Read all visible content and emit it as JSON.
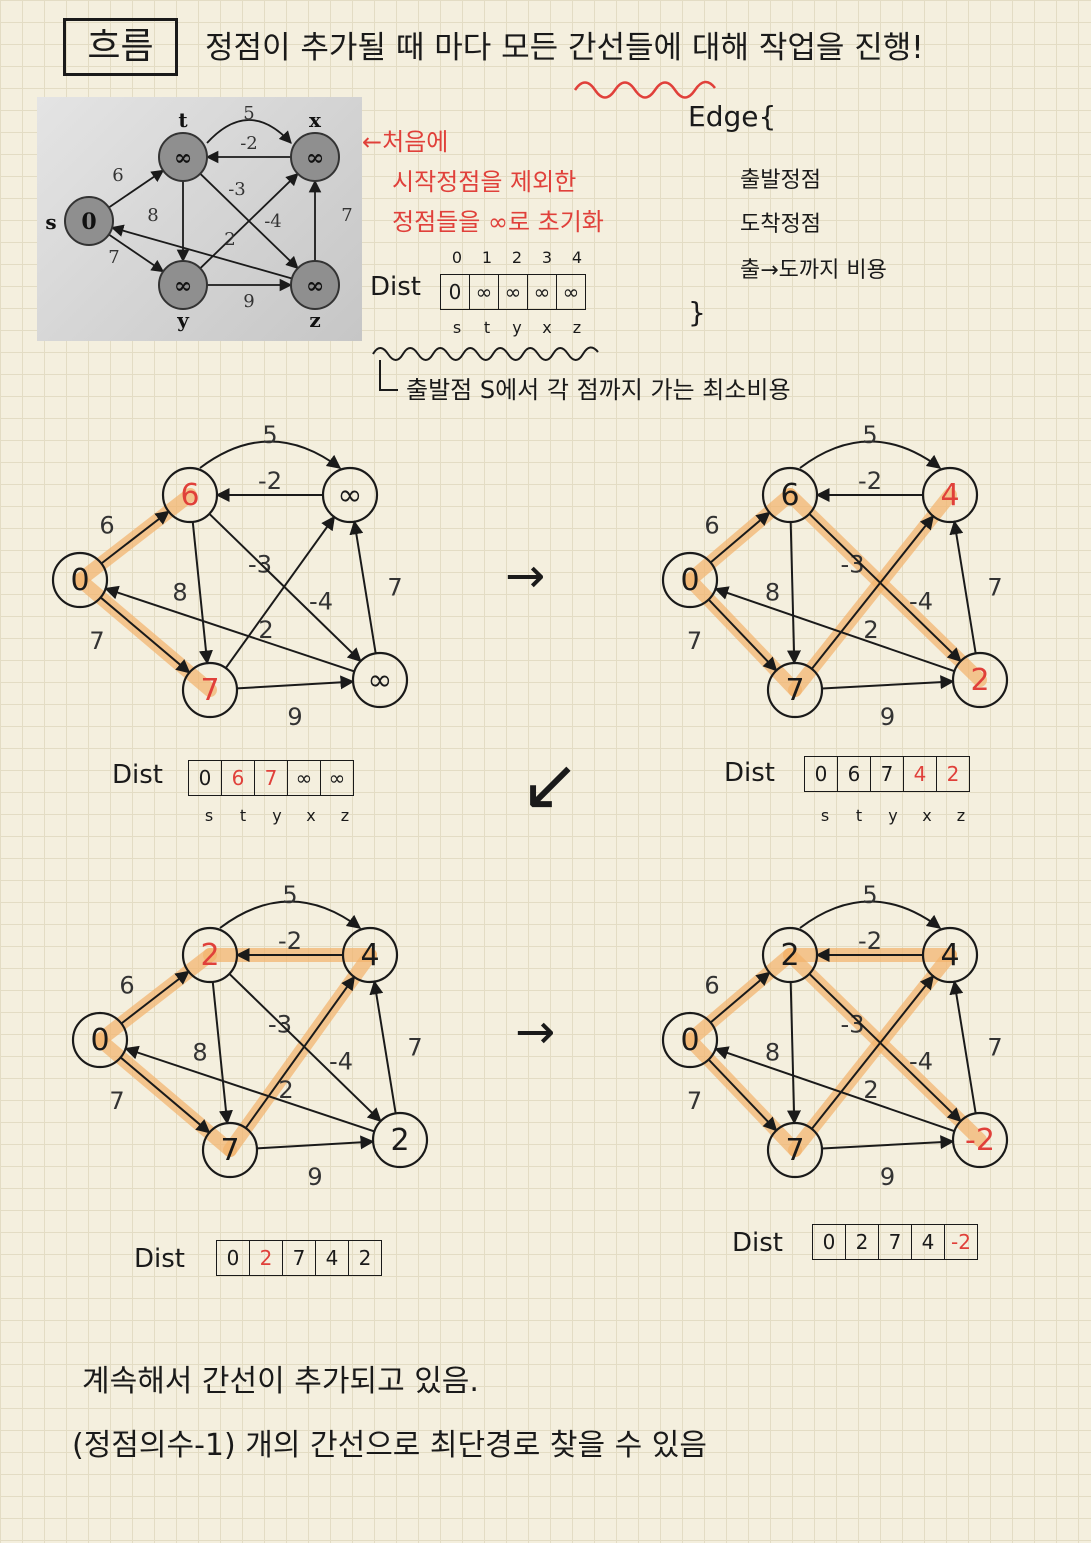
{
  "header": {
    "title_box": "흐름",
    "title_text": "정점이 추가될 때 마다 모든 간선들에 대해 작업을 진행!"
  },
  "photo_graph": {
    "nodes": [
      {
        "id": "s",
        "value": "0",
        "label": "s"
      },
      {
        "id": "t",
        "value": "∞",
        "label": "t"
      },
      {
        "id": "x",
        "value": "∞",
        "label": "x"
      },
      {
        "id": "y",
        "value": "∞",
        "label": "y"
      },
      {
        "id": "z",
        "value": "∞",
        "label": "z"
      }
    ],
    "edge_weights": [
      "5",
      "-2",
      "6",
      "8",
      "-3",
      "-4",
      "7",
      "2",
      "7",
      "9"
    ]
  },
  "init_note": {
    "line1": "←처음에",
    "line2": "시작정점을 제외한",
    "line3": "정점들을 ∞로 초기화"
  },
  "edge_struct": {
    "open": "Edge{",
    "field1": "출발정점",
    "field2": "도착정점",
    "field3": "출→도까지 비용",
    "close": "}"
  },
  "dist_init": {
    "label": "Dist",
    "indices": [
      "0",
      "1",
      "2",
      "3",
      "4"
    ],
    "values": [
      "0",
      "∞",
      "∞",
      "∞",
      "∞"
    ],
    "names": [
      "s",
      "t",
      "y",
      "x",
      "z"
    ]
  },
  "dist_note": "출발점 S에서 각 점까지 가는 최소비용",
  "step1": {
    "nodes": {
      "s": "0",
      "t": "6",
      "x": "∞",
      "y": "7",
      "z": "∞"
    },
    "weights": {
      "tx": "5",
      "xt": "-2",
      "st": "6",
      "ty": "8",
      "yx": "-3",
      "tz": "-4",
      "zx": "7",
      "zs": "2",
      "sy": "7",
      "yz": "9"
    },
    "dist_label": "Dist",
    "dist": [
      "0",
      "6",
      "7",
      "∞",
      "∞"
    ],
    "dist_red": [
      false,
      true,
      true,
      false,
      false
    ],
    "names": [
      "s",
      "t",
      "y",
      "x",
      "z"
    ]
  },
  "step2": {
    "nodes": {
      "s": "0",
      "t": "6",
      "x": "4",
      "y": "7",
      "z": "2"
    },
    "weights": {
      "tx": "5",
      "xt": "-2",
      "st": "6",
      "ty": "8",
      "yx": "-3",
      "tz": "-4",
      "zx": "7",
      "zs": "2",
      "sy": "7",
      "yz": "9"
    },
    "dist_label": "Dist",
    "dist": [
      "0",
      "6",
      "7",
      "4",
      "2"
    ],
    "dist_red": [
      false,
      false,
      false,
      true,
      true
    ],
    "names": [
      "s",
      "t",
      "y",
      "x",
      "z"
    ]
  },
  "step3": {
    "nodes": {
      "s": "0",
      "t": "2",
      "x": "4",
      "y": "7",
      "z": "2"
    },
    "weights": {
      "tx": "5",
      "xt": "-2",
      "st": "6",
      "ty": "8",
      "yx": "-3",
      "tz": "-4",
      "zx": "7",
      "zs": "2",
      "sy": "7",
      "yz": "9"
    },
    "dist_label": "Dist",
    "dist": [
      "0",
      "2",
      "7",
      "4",
      "2"
    ],
    "dist_red": [
      false,
      true,
      false,
      false,
      false
    ]
  },
  "step4": {
    "nodes": {
      "s": "0",
      "t": "2",
      "x": "4",
      "y": "7",
      "z": "-2"
    },
    "weights": {
      "tx": "5",
      "xt": "-2",
      "st": "6",
      "ty": "8",
      "yx": "-3",
      "tz": "-4",
      "zx": "7",
      "zs": "2",
      "sy": "7",
      "yz": "9"
    },
    "dist_label": "Dist",
    "dist": [
      "0",
      "2",
      "7",
      "4",
      "-2"
    ],
    "dist_red": [
      false,
      false,
      false,
      false,
      true
    ]
  },
  "arrows": {
    "right1": "→",
    "down_left": "↙",
    "right2": "→"
  },
  "footer": {
    "line1": "계속해서 간선이 추가되고 있음.",
    "line2": "(정점의수-1) 개의 간선으로 최단경로 찾을 수 있음"
  },
  "colors": {
    "ink": "#1a1a1a",
    "red": "#e0403a",
    "highlight": "#f3b36b",
    "paper": "#f4efde"
  }
}
